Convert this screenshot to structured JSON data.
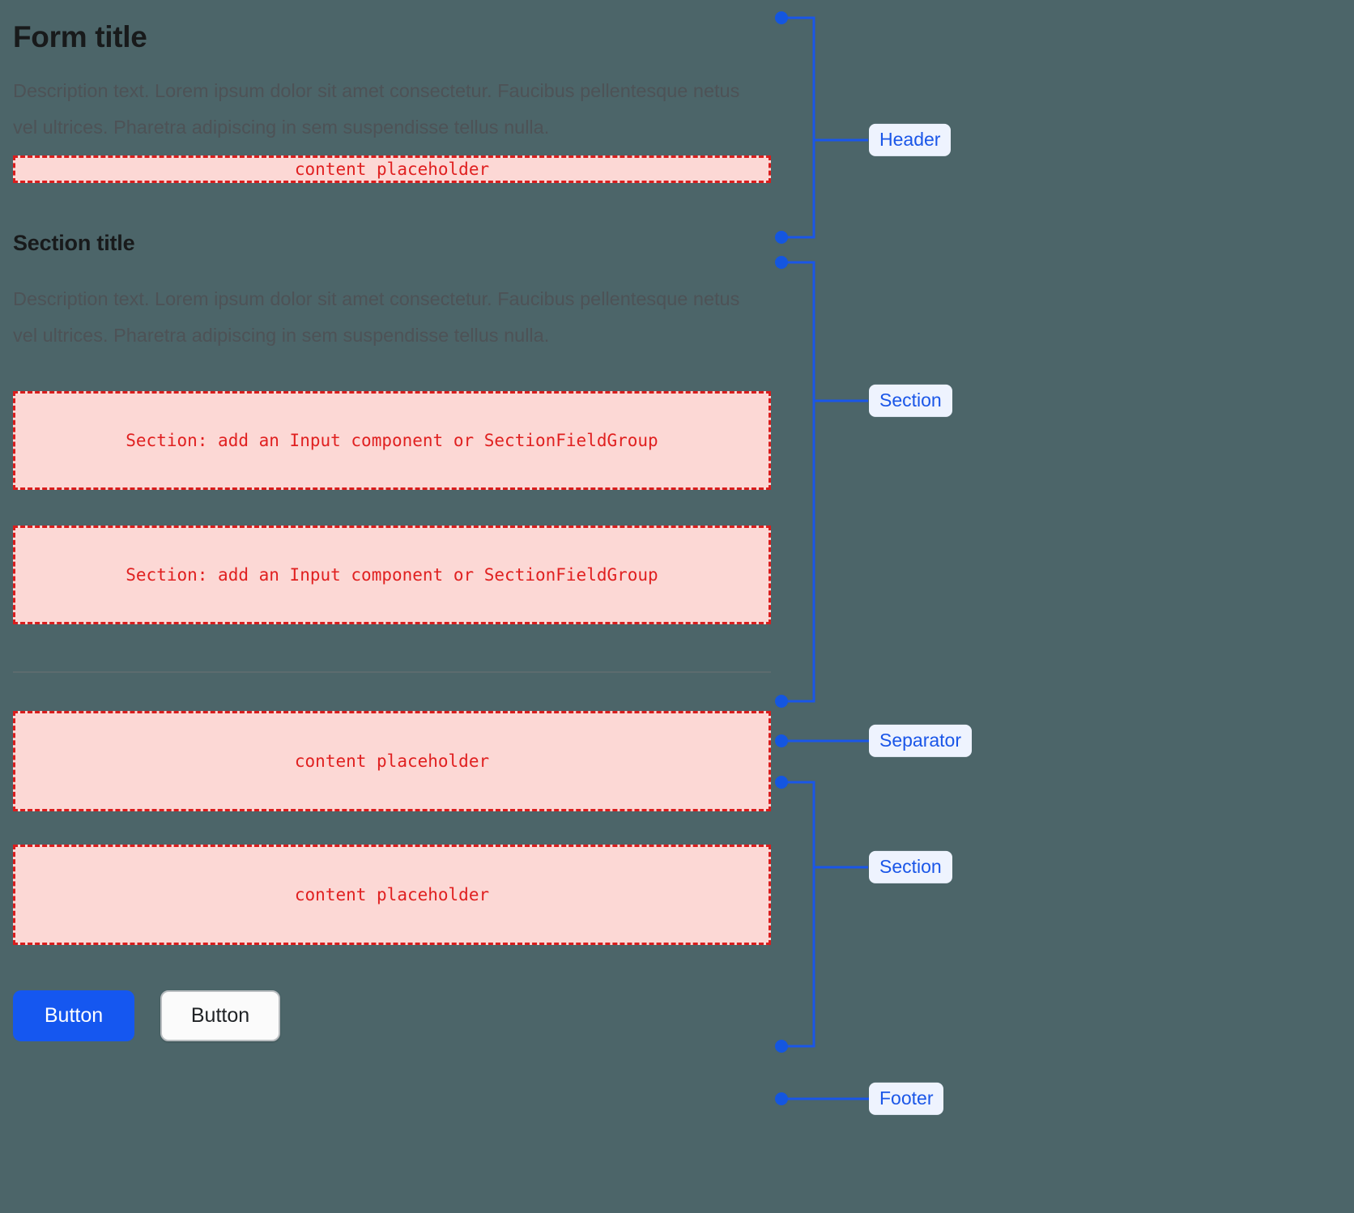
{
  "theme": {
    "background": "#4c6569",
    "title_color": "#181a1b",
    "description_color": "#4d5256",
    "placeholder_fill": "#fcd8d5",
    "placeholder_border": "#d91d1d",
    "placeholder_text": "#e02020",
    "annotation_color": "#1a56e8",
    "annotation_pill_bg": "#eef3fe",
    "primary_button_bg": "#1557f0",
    "separator_color": "#5c6b6e"
  },
  "header": {
    "title": "Form title",
    "description": "Description text. Lorem ipsum dolor sit amet consectetur. Faucibus pellentesque netus vel ultrices. Pharetra adipiscing in sem suspendisse tellus nulla.",
    "placeholder": "content placeholder"
  },
  "section": {
    "title": "Section title",
    "description": "Description text. Lorem ipsum dolor sit amet consectetur. Faucibus pellentesque netus vel ultrices. Pharetra adipiscing in sem suspendisse tellus nulla.",
    "field_placeholder_1": "Section: add an Input component or SectionFieldGroup",
    "field_placeholder_2": "Section: add an Input component or SectionFieldGroup"
  },
  "section_two": {
    "placeholder_1": "content placeholder",
    "placeholder_2": "content placeholder"
  },
  "footer": {
    "primary_button": "Button",
    "secondary_button": "Button"
  },
  "annotations": {
    "header": "Header",
    "section_one": "Section",
    "separator": "Separator",
    "section_two": "Section",
    "footer": "Footer"
  }
}
